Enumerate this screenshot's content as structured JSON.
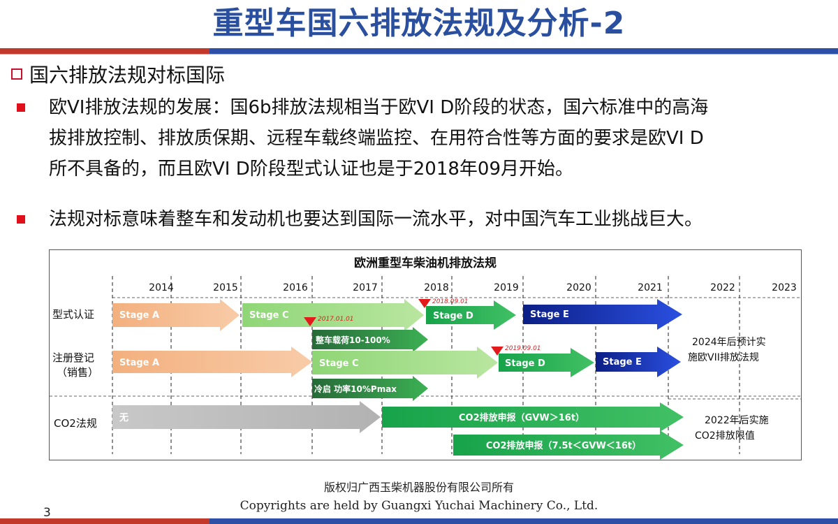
{
  "header": {
    "title": "重型车国六排放法规及分析-2"
  },
  "section": {
    "heading": "国六排放法规对标国际"
  },
  "bullets": [
    {
      "lines": [
        "欧VI排放法规的发展：国6b排放法规相当于欧VI D阶段的状态，国六标准中的高海",
        "拔排放控制、排放质保期、远程车载终端监控、在用符合性等方面的要求是欧VI D",
        "所不具备的，而且欧VI D阶段型式认证也是于2018年09月开始。"
      ]
    },
    {
      "lines": [
        "法规对标意味着整车和发动机也要达到国际一流水平，对中国汽车工业挑战巨大。"
      ]
    }
  ],
  "diagram": {
    "title": "欧洲重型车柴油机排放法规",
    "years": [
      "2014",
      "2015",
      "2016",
      "2017",
      "2018",
      "2019",
      "2020",
      "2021",
      "2022",
      "2023"
    ],
    "rows": {
      "type_approval": "型式认证",
      "registration_1": "注册登记",
      "registration_2": "（销售）",
      "co2": "CO2法规"
    },
    "arrows": {
      "ta_a": "Stage A",
      "ta_c": "Stage C",
      "ta_d": "Stage D",
      "ta_e": "Stage E",
      "reg_a": "Stage A",
      "reg_c": "Stage C",
      "reg_d": "Stage D",
      "reg_e": "Stage E",
      "load": "整车载荷10-100%",
      "power": "冷启 功率10%Pmax",
      "co2_none": "无",
      "co2_1": "CO2排放申报（GVW＞16t）",
      "co2_2": "CO2排放申报（7.5t＜GVW＜16t）"
    },
    "markers": {
      "m2017": "2017.01.01",
      "m2018": "2018.09.01",
      "m2019": "2019.09.01"
    },
    "notes": {
      "n1_l1": "2024年后预计实",
      "n1_l2": "施欧VII排放法规",
      "n2_l1": "2022年后实施",
      "n2_l2": "CO2排放限值"
    },
    "colors": {
      "peach": "#f6bd91",
      "green": "#23b04b",
      "navy": "#1a2fa8",
      "gray": "#bfbfbf",
      "marker": "#e31a1c"
    }
  },
  "footer": {
    "cn": "版权归广西玉柴机器股份有限公司所有",
    "en": "Copyrights are held by Guangxi Yuchai Machinery Co., Ltd.",
    "page": "3"
  }
}
